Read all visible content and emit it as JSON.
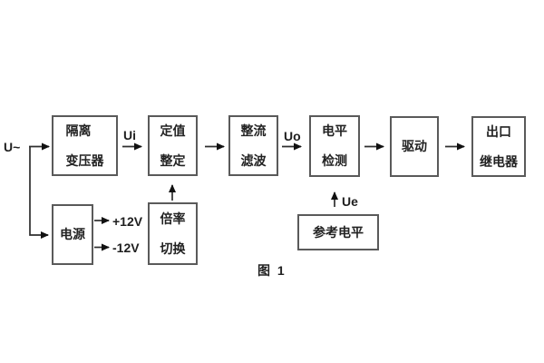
{
  "figure": {
    "caption": "图 1"
  },
  "colors": {
    "background": "#ffffff",
    "box_border": "#5a5a5a",
    "wire": "#2e2e2e",
    "text": "#222222"
  },
  "blocks": {
    "isolation_transformer": {
      "line1": "隔离",
      "line2": "变压器"
    },
    "setpoint_adjustment": {
      "line1": "定值",
      "line2": "整定"
    },
    "rectifier_filter": {
      "line1": "整流",
      "line2": "滤波"
    },
    "level_detection": {
      "line1": "电平",
      "line2": "检测"
    },
    "driver": {
      "line1": "驱动"
    },
    "output_relay": {
      "line1": "出口",
      "line2": "继电器"
    },
    "power_supply": {
      "line1": "电源"
    },
    "multiplier_switch": {
      "line1": "倍率",
      "line2": "切换"
    },
    "reference_level": {
      "line1": "参考电平"
    }
  },
  "signal_labels": {
    "input": "U~",
    "ui": "Ui",
    "uo": "Uo",
    "ue": "Ue",
    "plus_rail": "+12V",
    "minus_rail": "-12V"
  }
}
